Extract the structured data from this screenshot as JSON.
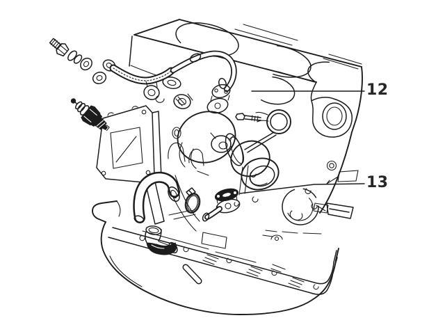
{
  "illustration": {
    "kind": "engine-parts-line-drawing",
    "subject": "engine with turbocharger oil feed and drain lines",
    "background_color": "#ffffff",
    "line_color": "#1c1c1c",
    "callouts": [
      {
        "label": "12"
      },
      {
        "label": "13"
      }
    ],
    "parts": [
      "turbo-oil-feed-pipe",
      "spark-plug",
      "cylinder-head-deck",
      "engine-block",
      "front-cover",
      "turbocharger",
      "wastegate-actuator",
      "oil-return-hose",
      "hose-clamp",
      "oil-drain-flange",
      "drain-elbow-fitting",
      "oil-pan"
    ]
  }
}
